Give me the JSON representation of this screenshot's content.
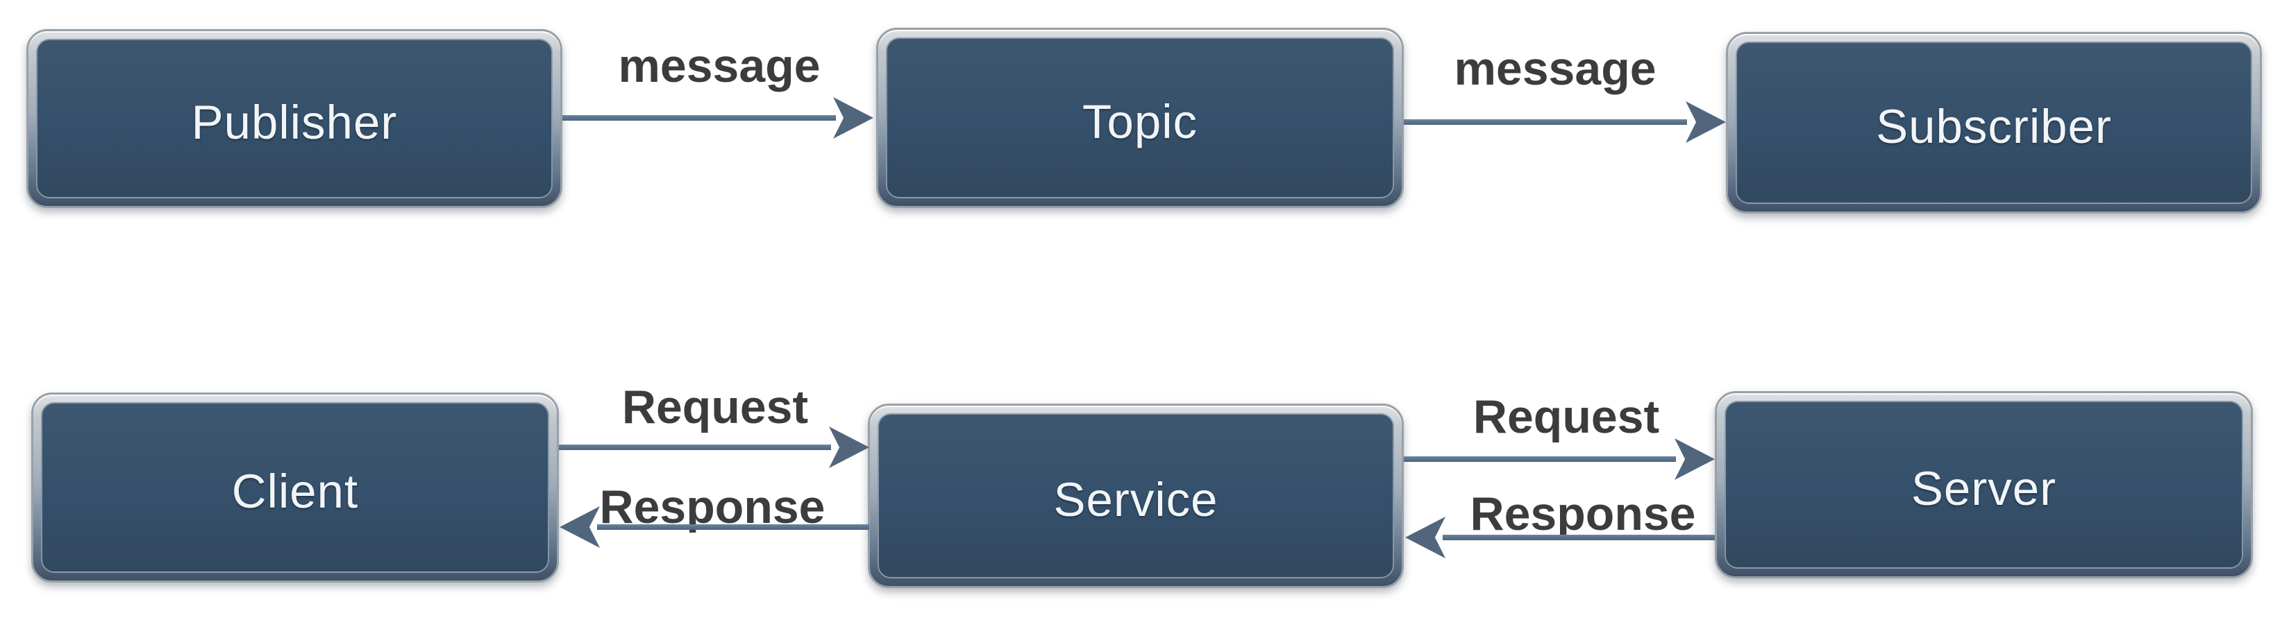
{
  "diagram_title": "",
  "nodes": {
    "publisher": {
      "label": "Publisher"
    },
    "topic": {
      "label": "Topic"
    },
    "subscriber": {
      "label": "Subscriber"
    },
    "client": {
      "label": "Client"
    },
    "service": {
      "label": "Service"
    },
    "server": {
      "label": "Server"
    }
  },
  "edges": {
    "publisher_topic": {
      "label": "message",
      "direction": "right"
    },
    "topic_subscriber": {
      "label": "message",
      "direction": "right"
    },
    "client_service_request": {
      "label": "Request",
      "direction": "right"
    },
    "service_client_response": {
      "label": "Response",
      "direction": "left"
    },
    "service_server_request": {
      "label": "Request",
      "direction": "right"
    },
    "server_service_response": {
      "label": "Response",
      "direction": "left"
    }
  },
  "colors": {
    "node_fill_top": "#3E5770",
    "node_fill_bottom": "#32495F",
    "node_text": "#F2F5F8",
    "bevel_light": "#DFE2E5",
    "bevel_mid": "#9FACB9",
    "bevel_dark": "#3E5166",
    "bevel_border": "#98A0A8",
    "arrow_shaft": "#5A7490",
    "arrow_head": "#51667C",
    "edge_label": "#3C3C3E"
  }
}
